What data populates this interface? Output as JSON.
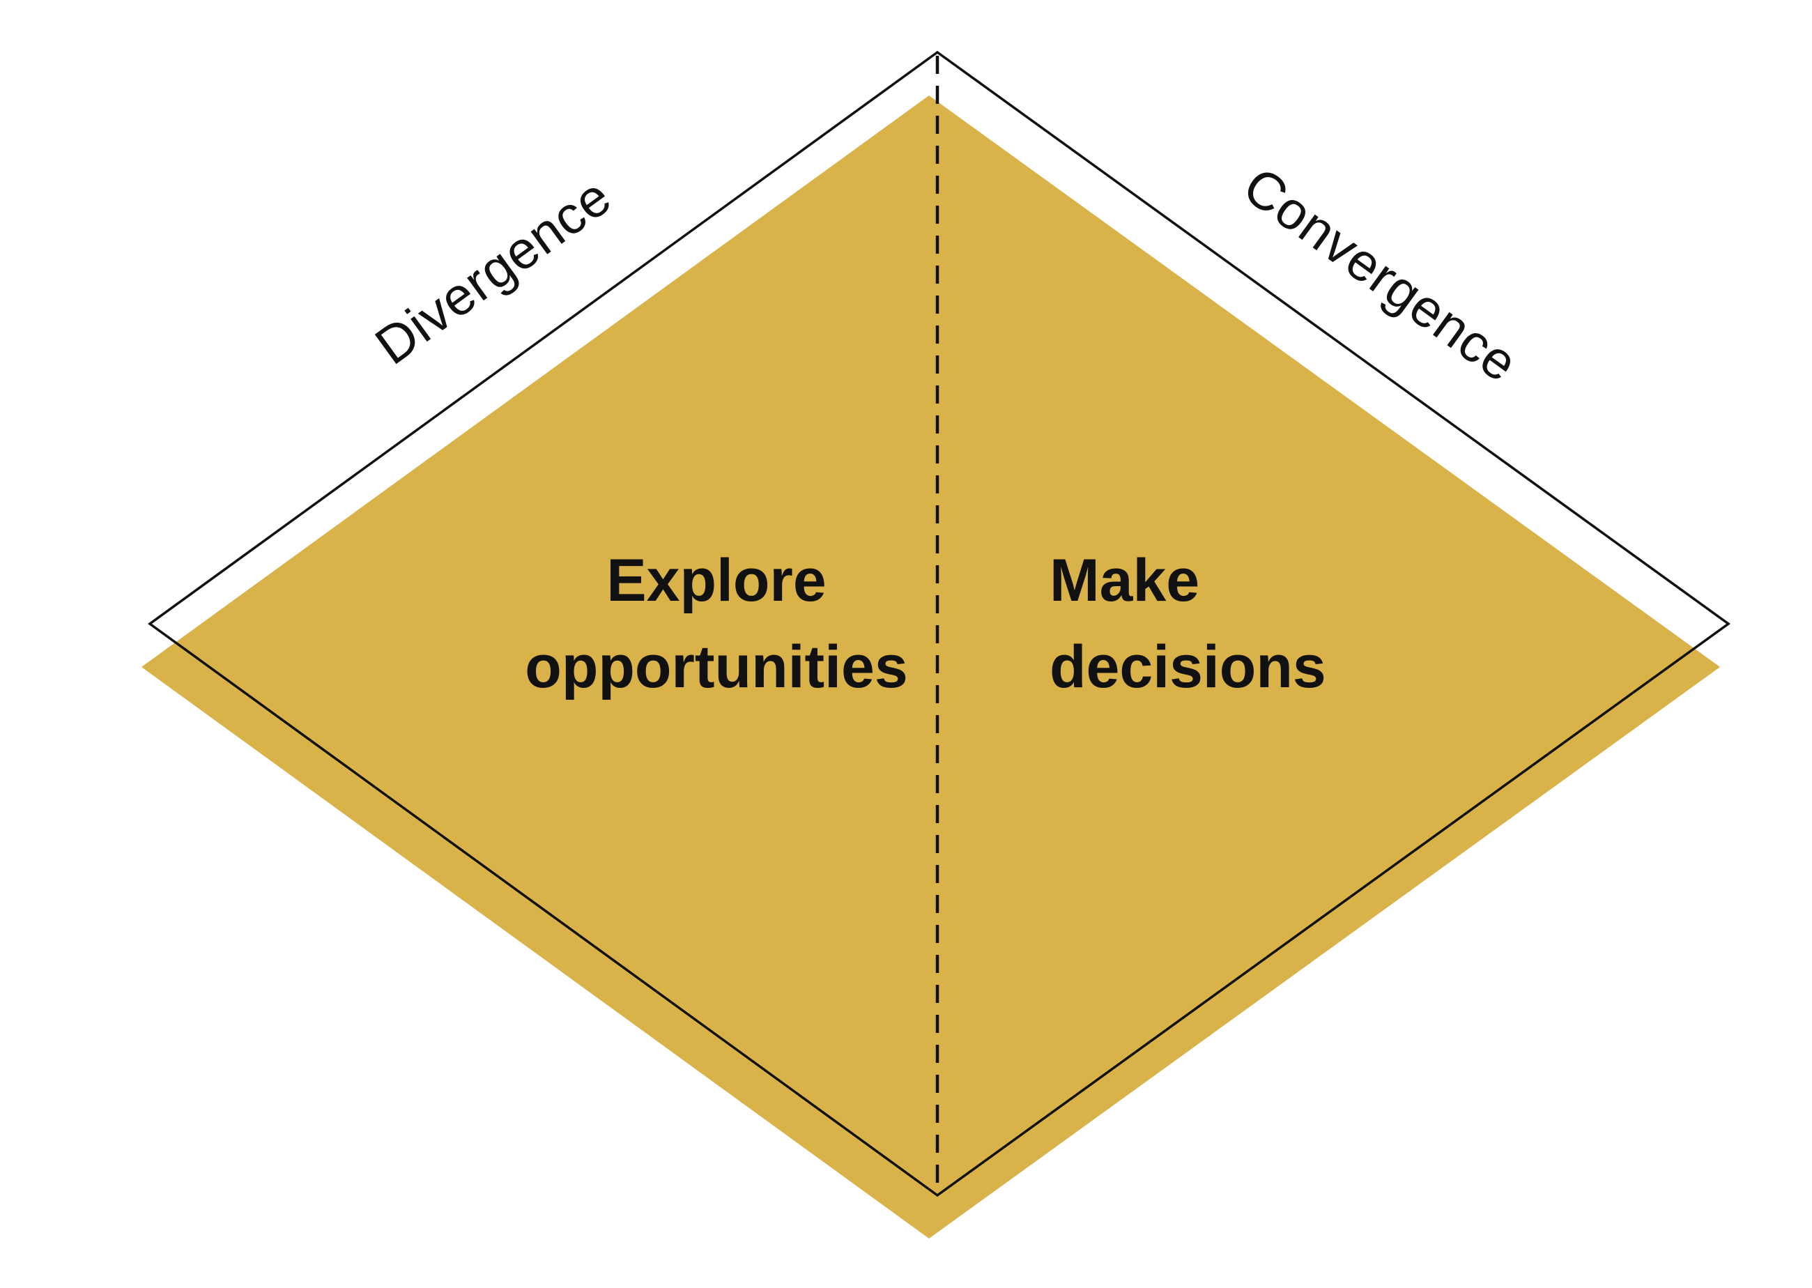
{
  "diagram": {
    "title": "single-diamond divergence-convergence process",
    "edge_labels": {
      "left": "Divergence",
      "right": "Convergence"
    },
    "regions": {
      "left": {
        "line1": "Explore",
        "line2": "opportunities"
      },
      "right": {
        "line1": "Make",
        "line2": "decisions"
      }
    },
    "colors": {
      "gold": "#D9B24A",
      "outline": "#111111",
      "text": "#111111",
      "background": "#FFFFFF"
    }
  }
}
